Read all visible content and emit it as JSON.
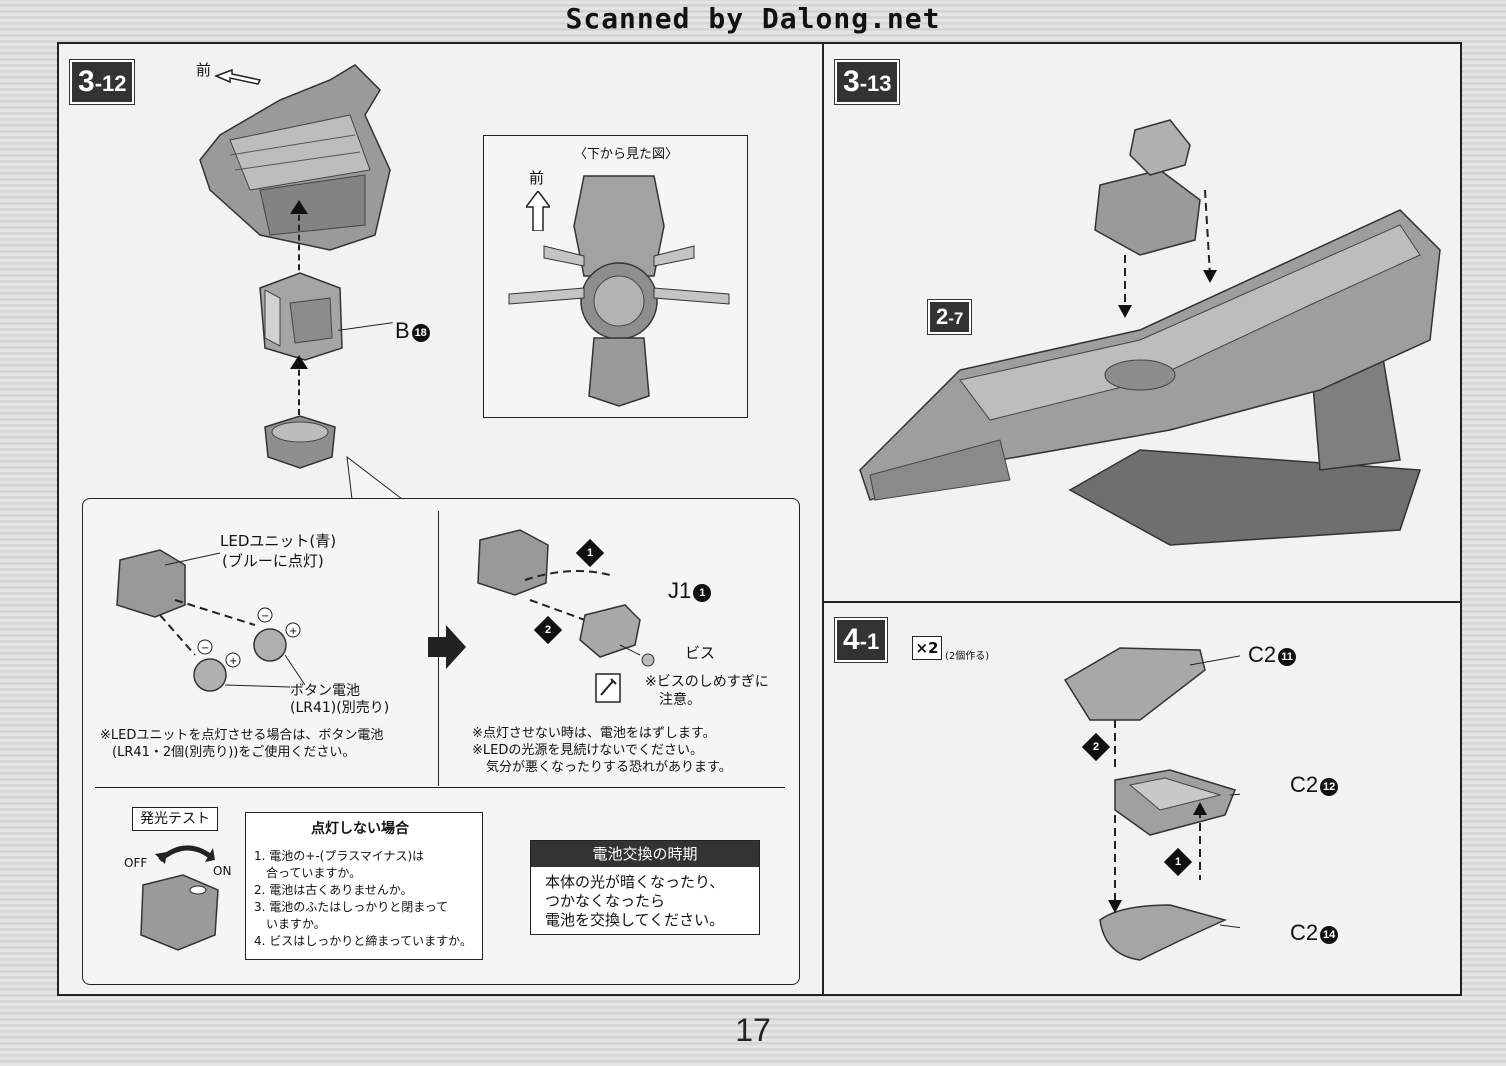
{
  "watermark": "Scanned by Dalong.net",
  "page_number": "17",
  "step_3_12": {
    "step_main": "3",
    "step_sub": "-12",
    "front_label": "前",
    "part_b": "B",
    "part_b_num": "18",
    "bottom_view": {
      "title": "〈下から見た図〉",
      "front_label": "前"
    },
    "led_panel": {
      "led_unit_label": "LEDユニット(青)",
      "led_color_label": "(ブルーに点灯)",
      "battery_label": "ボタン電池",
      "battery_model": "(LR41)(別売り)",
      "led_note_line1": "※LEDユニットを点灯させる場合は、ボタン電池",
      "led_note_line2": "(LR41・2個(別売り))をご使用ください。",
      "part_j1": "J1",
      "part_j1_num": "1",
      "step1": "1",
      "step2": "2",
      "screw_label": "ビス",
      "screw_note_line1": "※ビスのしめすぎに",
      "screw_note_line2": "注意。",
      "off_note_line1": "※点灯させない時は、電池をはずします。",
      "off_note_line2": "※LEDの光源を見続けないでください。",
      "off_note_line3": "気分が悪くなったりする恐れがあります。"
    },
    "light_test": {
      "label": "発光テスト",
      "off": "OFF",
      "on": "ON"
    },
    "troubleshoot": {
      "title": "点灯しない場合",
      "items": [
        "1. 電池の+-(プラスマイナス)は",
        "合っていますか。",
        "2. 電池は古くありませんか。",
        "3. 電池のふたはしっかりと閉まって",
        "いますか。",
        "4. ビスはしっかりと締まっていますか。"
      ]
    },
    "battery_replace": {
      "title": "電池交換の時期",
      "line1": "本体の光が暗くなったり、",
      "line2": "つかなくなったら",
      "line3": "電池を交換してください。"
    }
  },
  "step_3_13": {
    "step_main": "3",
    "step_sub": "-13",
    "ref_main": "2",
    "ref_sub": "-7"
  },
  "step_4_1": {
    "step_main": "4",
    "step_sub": "-1",
    "multiplier": "×2",
    "multiplier_note": "(2個作る)",
    "part_c2_a": "C2",
    "part_c2_a_num": "11",
    "part_c2_b": "C2",
    "part_c2_b_num": "12",
    "part_c2_c": "C2",
    "part_c2_c_num": "14",
    "step1": "1",
    "step2": "2"
  }
}
